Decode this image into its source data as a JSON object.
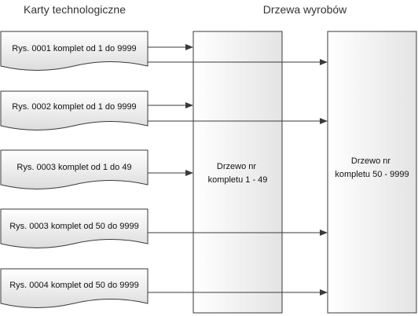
{
  "headers": {
    "left": "Karty technologiczne",
    "right": "Drzewa wyrobów"
  },
  "documents": [
    {
      "label": "Rys. 0001 komplet od 1 do 9999"
    },
    {
      "label": "Rys. 0002 komplet od 1 do 9999"
    },
    {
      "label": "Rys. 0003 komplet od 1 do 49"
    },
    {
      "label": "Rys. 0003 komplet od 50 do 9999"
    },
    {
      "label": "Rys. 0004 komplet od 50 do 9999"
    }
  ],
  "trees": [
    {
      "line1": "Drzewo nr",
      "line2": "kompletu 1 - 49"
    },
    {
      "line1": "Drzewo nr",
      "line2": "kompletu 50 - 9999"
    }
  ],
  "connections": [
    {
      "from": 0,
      "to": 0
    },
    {
      "from": 0,
      "to": 1
    },
    {
      "from": 1,
      "to": 0
    },
    {
      "from": 1,
      "to": 1
    },
    {
      "from": 2,
      "to": 0
    },
    {
      "from": 3,
      "to": 1
    },
    {
      "from": 4,
      "to": 1
    }
  ],
  "colors": {
    "stroke": "#3a3a3a",
    "fill_light": "#ffffff",
    "fill_shade": "#dedede"
  }
}
